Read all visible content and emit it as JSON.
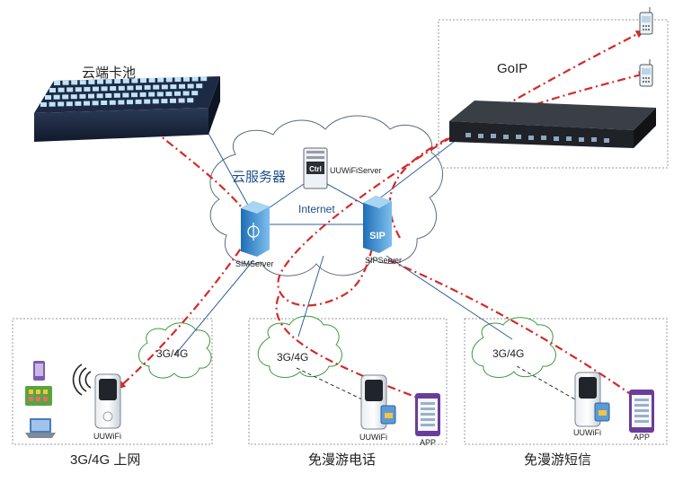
{
  "labels": {
    "card_pool": "云端卡池",
    "goip": "GoIP",
    "cloud_servers": "云服务器",
    "ctrl_server": "UUWiFiServer",
    "ctrl_chip": "Ctrl",
    "internet": "Internet",
    "sim_server": "SIMServer",
    "sip_server": "SIPServer",
    "sip_chip": "SIP",
    "net_left": "3G/4G",
    "net_middle": "3G/4G",
    "net_right": "3G/4G",
    "device_left": "UUWiFi",
    "device_middle": "UUWiFi",
    "device_right": "UUWiFi",
    "app_middle": "APP",
    "app_right": "APP",
    "caption_left": "3G/4G  上网",
    "caption_middle": "免漫游电话",
    "caption_right": "免漫游短信"
  },
  "colors": {
    "dashed_link": "#d42a2a",
    "solid_link": "#2f5f9e",
    "cloud_fill": "#ffffff",
    "cloud_stroke": "#5b6b7c",
    "local_cloud_stroke": "#3c9a3c"
  },
  "icons": [
    "card-pool-rack",
    "goip-gateway",
    "mobile-phone",
    "server",
    "wifi-router",
    "tablet",
    "laptop",
    "smartphone",
    "wifi-signal"
  ]
}
